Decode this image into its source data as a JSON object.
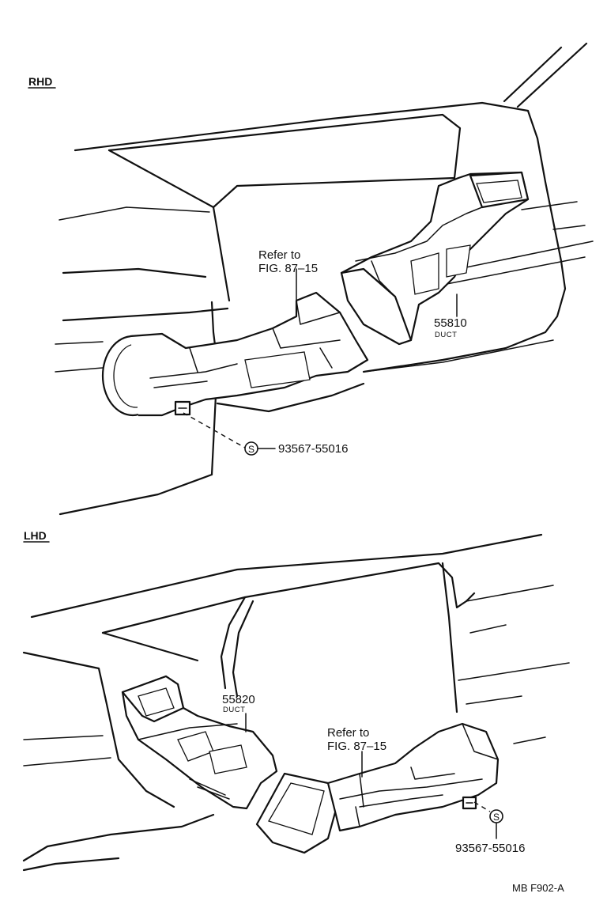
{
  "rhd": {
    "section_label": "RHD",
    "refer_line1": "Refer to",
    "refer_line2": "FIG. 87–15",
    "duct_part_no": "55810",
    "duct_name": "DUCT",
    "screw_symbol": "S",
    "screw_part_no": "93567-55016"
  },
  "lhd": {
    "section_label": "LHD",
    "refer_line1": "Refer to",
    "refer_line2": "FIG. 87–15",
    "duct_part_no": "55820",
    "duct_name": "DUCT",
    "screw_symbol": "S",
    "screw_part_no": "93567-55016"
  },
  "figure_code": "MB F902-A"
}
